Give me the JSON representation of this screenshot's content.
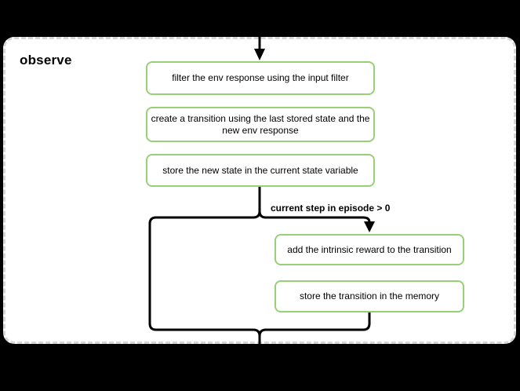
{
  "diagram": {
    "title": "observe",
    "condition_label": "current step in episode > 0",
    "boxes": [
      {
        "id": "filter-env-response",
        "label": "filter the env response using the input filter"
      },
      {
        "id": "create-transition",
        "label": "create a transition using the last stored state and the\nnew env response"
      },
      {
        "id": "store-new-state",
        "label": "store the new state in the current state variable"
      },
      {
        "id": "add-intrinsic-reward",
        "label": "add the intrinsic reward to the transition"
      },
      {
        "id": "store-transition",
        "label": "store the transition in the memory"
      }
    ],
    "colors": {
      "page_background": "#000000",
      "panel_background": "#ffffff",
      "panel_border": "#d6d6d6",
      "node_border": "#97d077",
      "connector": "#000000",
      "text": "#000000"
    }
  }
}
